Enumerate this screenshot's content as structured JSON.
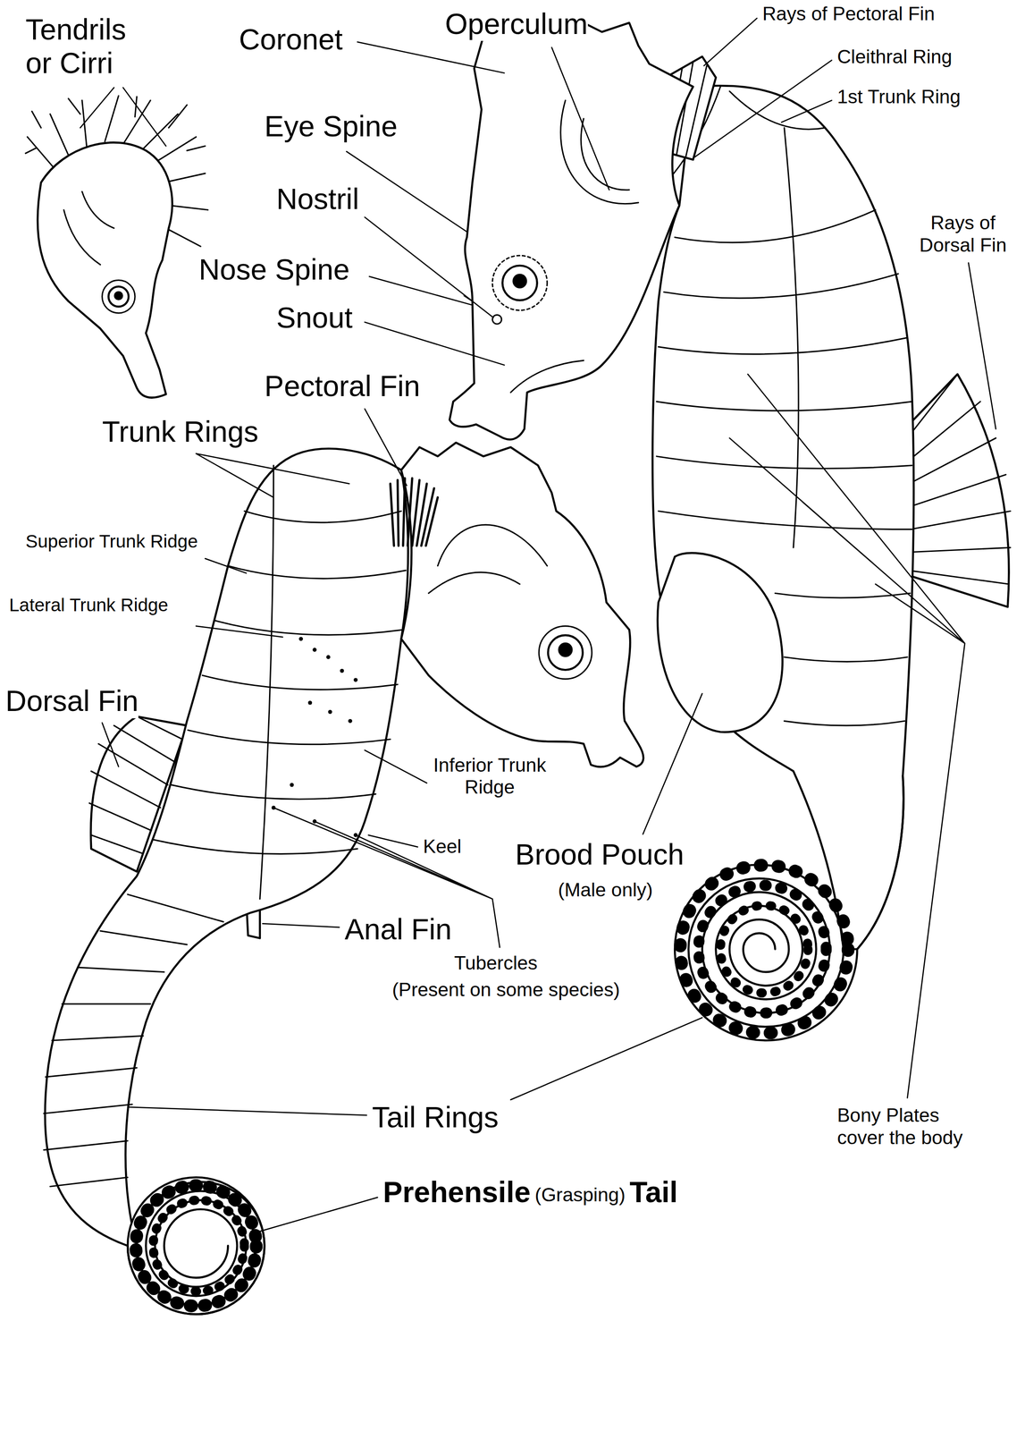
{
  "diagram": {
    "labels": [
      "Tendrils or Cirri",
      "Coronet",
      "Operculum",
      "Rays of Pectoral Fin",
      "Cleithral Ring",
      "1st Trunk Ring",
      "Eye Spine",
      "Nostril",
      "Nose Spine",
      "Snout",
      "Rays of Dorsal Fin",
      "Pectoral Fin",
      "Trunk Rings",
      "Superior Trunk Ridge",
      "Lateral Trunk Ridge",
      "Dorsal Fin",
      "Inferior Trunk Ridge",
      "Keel",
      "Brood Pouch",
      "(Male only)",
      "Anal Fin",
      "Tubercles",
      "(Present on some species)",
      "Tail Rings",
      "Bony Plates cover the body",
      "Prehensile",
      "(Grasping)",
      "Tail"
    ]
  }
}
